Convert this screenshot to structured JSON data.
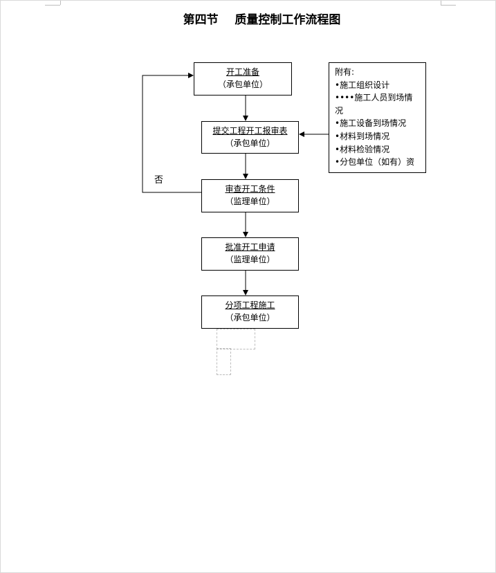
{
  "title": "第四节    质量控制工作流程图",
  "flow": {
    "step1": {
      "main": "开工准备",
      "sub": "（承包单位）"
    },
    "step2": {
      "main": "提交工程开工报审表",
      "sub": "（承包单位）"
    },
    "step3": {
      "main": "审查开工条件",
      "sub": "（监理单位）"
    },
    "step4": {
      "main": "批准开工申请",
      "sub": "（监理单位）"
    },
    "step5": {
      "main": "分项工程施工",
      "sub": "（承包单位）"
    },
    "no_label": "否"
  },
  "attachments": {
    "heading": "附有:",
    "items": [
      "•施工组织设计",
      "••••施工人员到场情",
      "况",
      "•施工设备到场情况",
      "•材料到场情况",
      "•材料检验情况",
      "•分包单位（如有）资"
    ]
  }
}
